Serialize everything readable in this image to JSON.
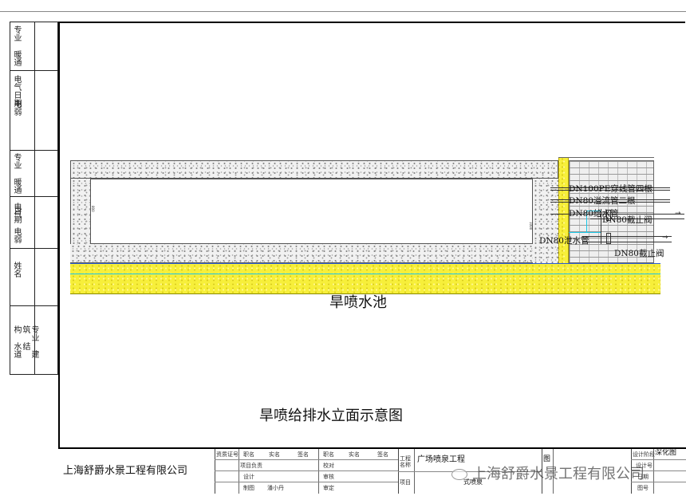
{
  "side_strip": {
    "group1": "专业 暖通 电气 电弱",
    "group2": "日期",
    "group3": "专业 暖通 电气 电弱",
    "group4": "日期",
    "group5": "姓名",
    "group6": "专业 建筑 结构 水道"
  },
  "labels": {
    "pipe1": "DN100PE穿线管四根",
    "pipe2": "DN80溢流管二根",
    "pipe3": "DN80给水管",
    "valve1": "DN80截止阀",
    "drain": "DN80泄水管",
    "valve2": "DN80截止阀",
    "dim1": "800",
    "dim2": "1000"
  },
  "pool_title": "旱喷水池",
  "drawing_title": "旱喷给排水立面示意图",
  "title_block": {
    "company": "上海舒爵水景工程有限公司",
    "col1": [
      "资质证号",
      "项目负责",
      "设计",
      "制图"
    ],
    "col_heads": [
      "职名",
      "实名",
      "签名",
      "职名",
      "实名",
      "签名"
    ],
    "row2": [
      "校对",
      "审核",
      "审定"
    ],
    "drawn_by": "潘小丹",
    "project_label": "工程名称",
    "project_name": "广场喷泉工程",
    "item_label": "项目",
    "item_name": "式喷泉",
    "drawing_label": "图",
    "right_col": [
      "设计阶段",
      "设计号",
      "日期",
      "图号"
    ],
    "stage": "深化图"
  },
  "watermark": "上海舒爵水景工程有限公司",
  "colors": {
    "yellow": "#f7ef3a",
    "cyan": "#19c6e6",
    "blue": "#2b5cd6",
    "line": "#000000"
  }
}
